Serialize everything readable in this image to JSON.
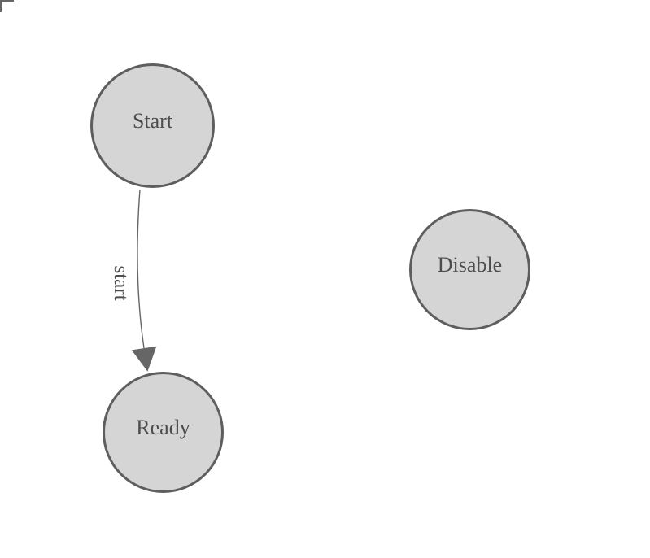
{
  "diagram": {
    "type": "state-machine",
    "colors": {
      "background": "#ffffff",
      "node_fill": "#d5d5d5",
      "node_stroke": "#5e5e5e",
      "text_color": "#4d4d4d",
      "edge_color": "#666666"
    },
    "nodes": [
      {
        "id": "start",
        "label": "Start"
      },
      {
        "id": "ready",
        "label": "Ready"
      },
      {
        "id": "disable",
        "label": "Disable"
      }
    ],
    "edges": [
      {
        "from": "Start",
        "to": "Ready",
        "label": "start"
      }
    ]
  }
}
